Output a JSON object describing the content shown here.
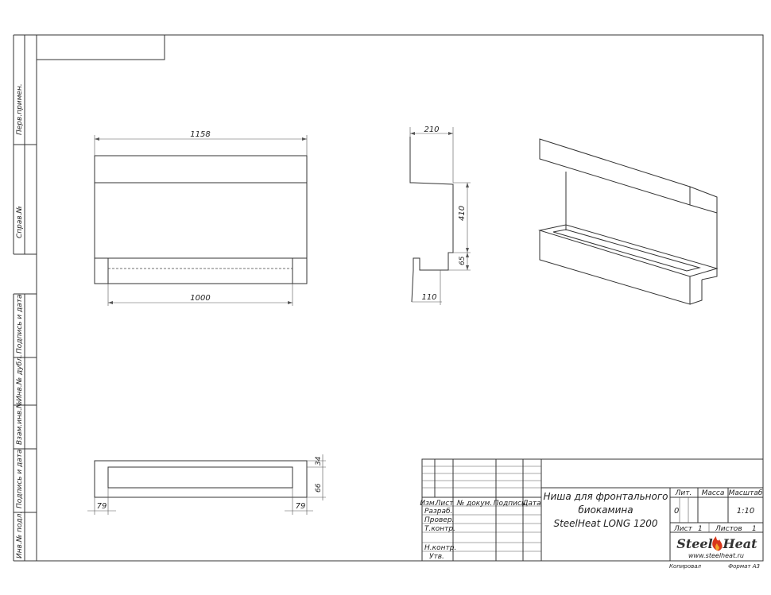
{
  "side_labels": {
    "perv_primen": "Перв.примен.",
    "sprav_no": "Справ.№",
    "podpis_data_1": "Подпись и дата",
    "inv_dubl": "Инв.№ дубл.",
    "vzam_inv": "Взам.инв.№",
    "podpis_data_2": "Подпись и дата",
    "inv_podl": "Инв.№ подл."
  },
  "dimensions": {
    "front_width": "1158",
    "front_inner": "1000",
    "side_depth": "210",
    "side_height": "410",
    "side_lower": "65",
    "side_bottom": "110",
    "top_height_1": "34",
    "top_height_2": "66",
    "top_left": "79",
    "top_right": "79"
  },
  "title_block": {
    "col_izm": "Изм.",
    "col_list": "Лист",
    "col_doc": "№ докум.",
    "col_sign": "Подпись",
    "col_date": "Дата",
    "row_razrab": "Разраб.",
    "row_prover": "Провер.",
    "row_tkontr": "Т.контр.",
    "row_nkontr": "Н.контр.",
    "row_utv": "Утв.",
    "title_line1": "Ниша для фронтального",
    "title_line2": "биокамина",
    "title_line3": "SteelHeat LONG 1200",
    "lit_label": "Лит.",
    "mass_label": "Масса",
    "scale_label": "Масштаб",
    "lit_value": "0",
    "scale_value": "1:10",
    "sheet_label": "Лист",
    "sheet_value": "1",
    "sheets_label": "Листов",
    "sheets_value": "1",
    "logo_left": "Steel",
    "logo_right": "Heat",
    "website": "www.steelheat.ru",
    "copied": "Копировал",
    "format": "Формат A3"
  }
}
